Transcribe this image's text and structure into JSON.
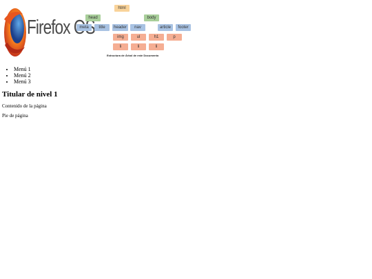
{
  "logo": {
    "text": "Firefox OS",
    "icon": "firefox-globe-icon"
  },
  "diagram": {
    "caption": "Estructura de Árbol de este Documento",
    "nodes": {
      "html": "html",
      "head": "head",
      "body": "body",
      "meta": "meta",
      "title": "title",
      "header": "header",
      "nav": "nav",
      "article": "article",
      "footer": "footer",
      "img": "img",
      "ul": "ul",
      "h1": "h1",
      "p": "p",
      "li1": "li",
      "li2": "li",
      "li3": "li"
    },
    "colors": {
      "html": "#f9d39a",
      "level1": "#a9cf9b",
      "level2": "#a8c2e3",
      "level3": "#f5ae93"
    }
  },
  "menu": {
    "items": [
      "Menú 1",
      "Menú 2",
      "Menú 3"
    ]
  },
  "main": {
    "heading": "Titular de nivel 1",
    "content": "Contenido de la página"
  },
  "footer": {
    "text": "Pie de página"
  }
}
